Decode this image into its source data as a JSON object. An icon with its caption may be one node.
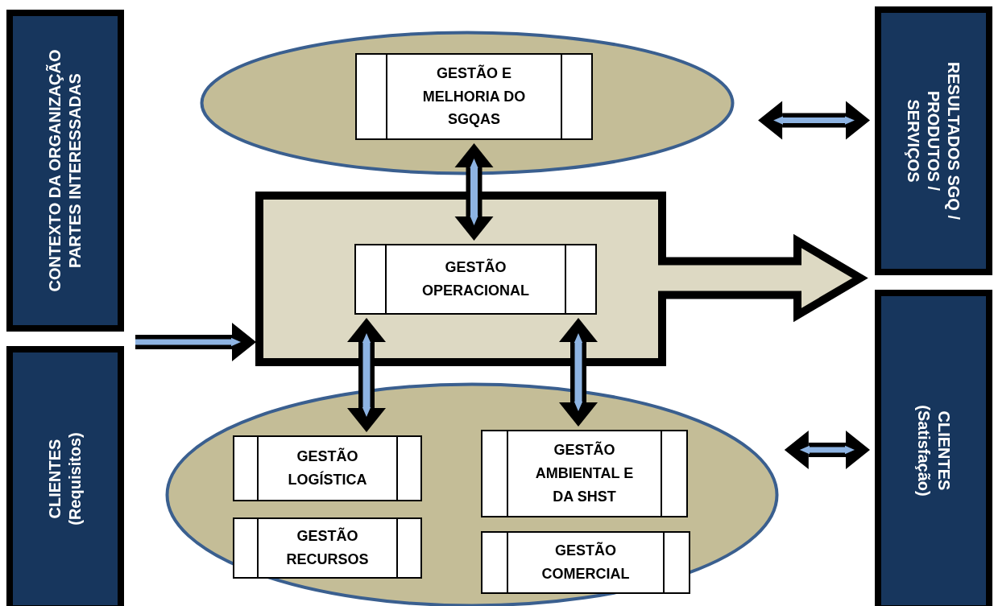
{
  "diagram": {
    "nodes": [
      {
        "text": [
          "CONTEXTO DA ORGANIZAÇÃO PARTES INTERESSADAS"
        ]
      },
      {
        "text": [
          "CLIENTES",
          "(Requisitos)"
        ]
      },
      {
        "text": [],
        "shape": "ellipse"
      },
      {
        "text": [
          "GESTÃO E MELHORIA DO SGQAS"
        ],
        "in": 2
      },
      {
        "text": [],
        "shape": "arrow"
      },
      {
        "text": [
          "GESTÃO OPERACIONAL"
        ],
        "in": 4
      },
      {
        "text": [],
        "shape": "ellipse"
      },
      {
        "text": [
          "GESTÃO LOGÍSTICA"
        ],
        "in": 6
      },
      {
        "text": [
          "GESTÃO AMBIENTAL E DA SHST"
        ],
        "in": 6
      },
      {
        "text": [
          "GESTÃO RECURSOS"
        ],
        "in": 6
      },
      {
        "text": [
          "GESTÃO COMERCIAL"
        ],
        "in": 6
      },
      {
        "text": [
          "RESULTADOS SGQ / PRODUTOS / SERVIÇOS"
        ]
      },
      {
        "text": [
          "CLIENTES",
          "(Satisfação)"
        ]
      }
    ],
    "edges": [
      {
        "from": null,
        "to": 4,
        "arrow": "to"
      },
      {
        "from": 3,
        "to": 5,
        "arrow": "both"
      },
      {
        "from": 5,
        "to": 7,
        "arrow": "both"
      },
      {
        "from": 5,
        "to": 8,
        "arrow": "both"
      },
      {
        "from": 2,
        "to": 11,
        "arrow": "both"
      },
      {
        "from": 6,
        "to": 12,
        "arrow": "both"
      }
    ]
  }
}
